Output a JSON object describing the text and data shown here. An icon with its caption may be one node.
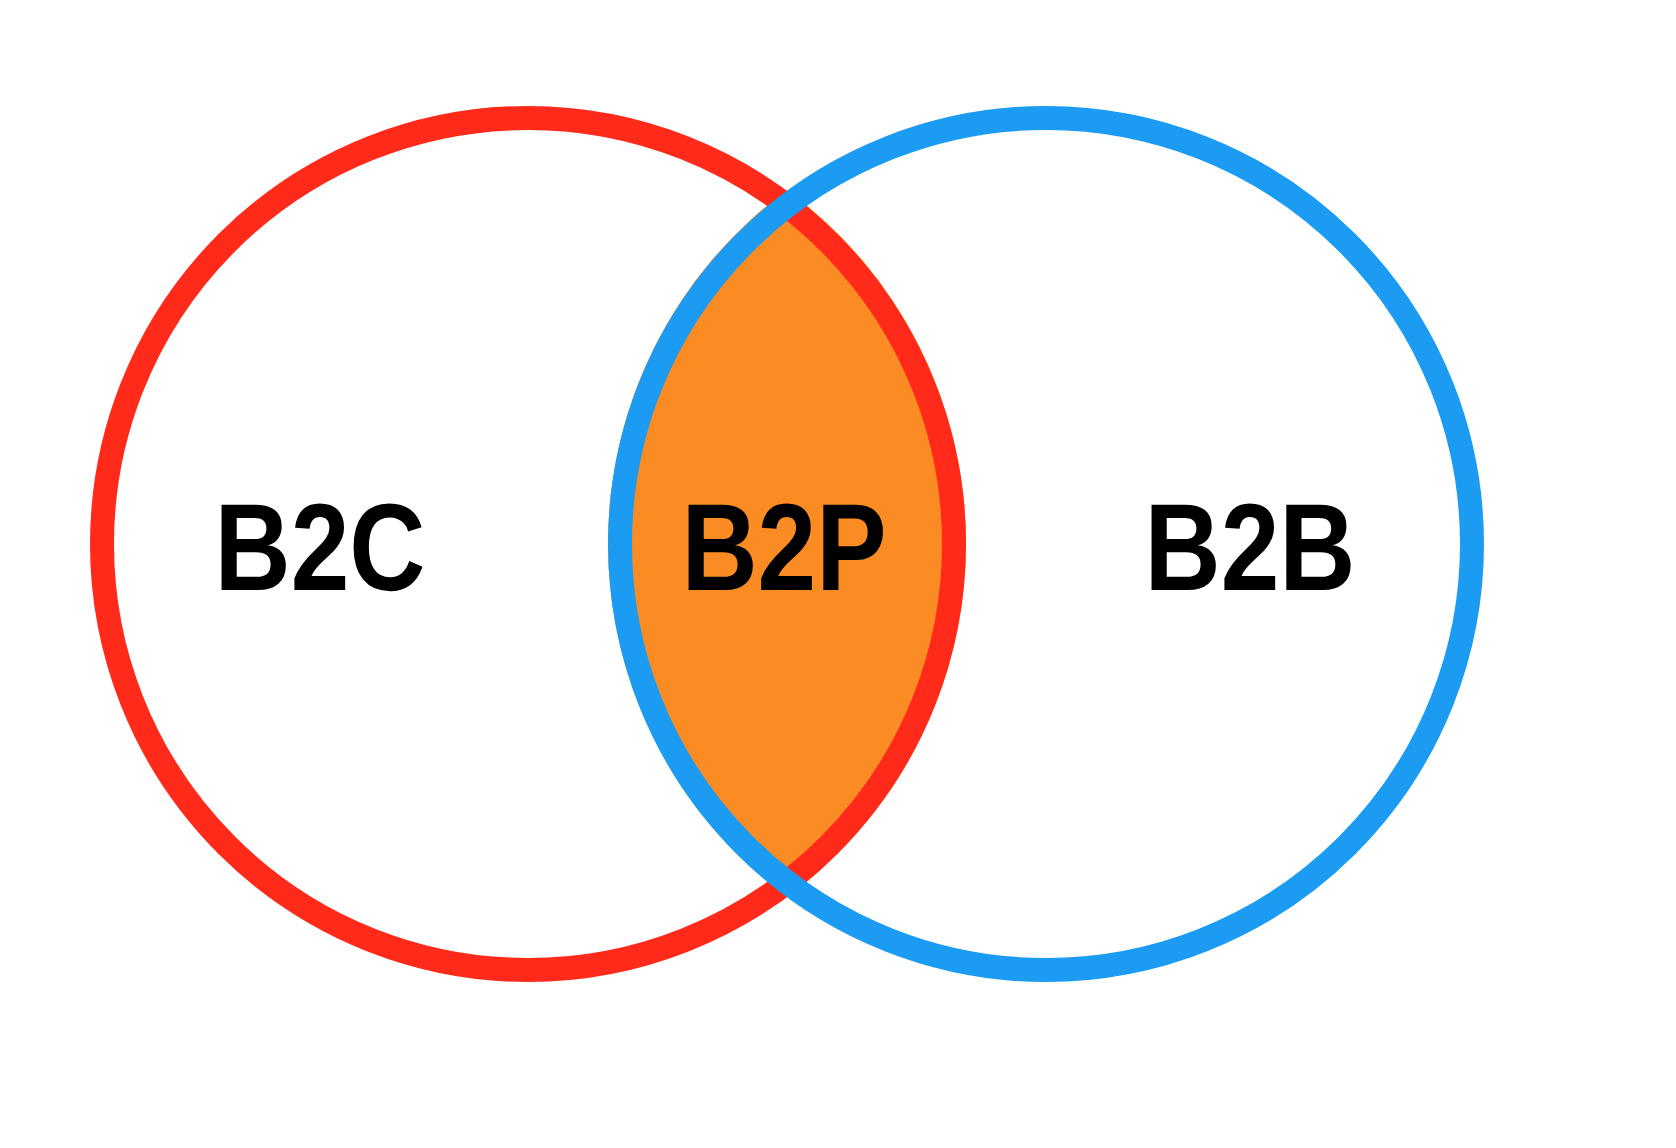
{
  "diagram": {
    "nodes": [
      {
        "text": [
          "B2C"
        ]
      },
      {
        "text": [
          "B2P"
        ]
      },
      {
        "text": [
          "B2B"
        ]
      }
    ]
  }
}
